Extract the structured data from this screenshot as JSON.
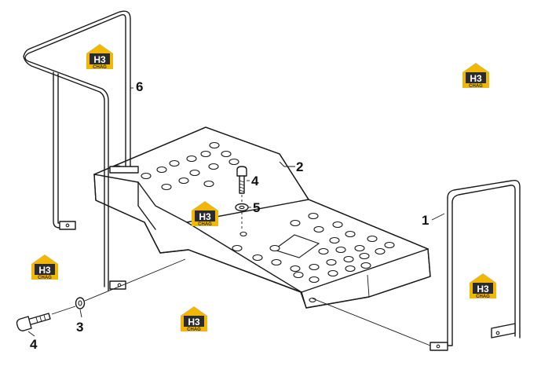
{
  "callouts": {
    "c1": "1",
    "c2": "2",
    "c3": "3",
    "c4a": "4",
    "c4b": "4",
    "c5": "5",
    "c6": "6"
  },
  "watermark": {
    "line1": "H3",
    "line2": "CHAG",
    "colors": {
      "gold": "#f2b705",
      "dark": "#2b2b2b"
    }
  }
}
